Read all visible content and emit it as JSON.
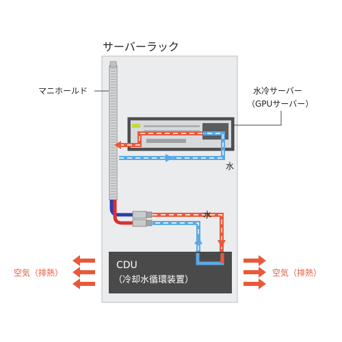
{
  "labels": {
    "rack": "サーバーラック",
    "manifold": "マニホールド",
    "server_line1": "水冷サーバー",
    "server_line2": "（GPUサーバー）",
    "water_top": "水",
    "water_mid": "水",
    "cdu_line1": "CDU",
    "cdu_line2": "（冷却水循環装置）",
    "air_left": "空気（排熱）",
    "air_right": "空気（排熱）"
  },
  "colors": {
    "hot": "#e8593a",
    "cold": "#5aa9e6",
    "blue_text": "#3b7fc4",
    "red_text": "#e8593a",
    "rack": "#ebeced",
    "dark": "#4a4a4a"
  }
}
